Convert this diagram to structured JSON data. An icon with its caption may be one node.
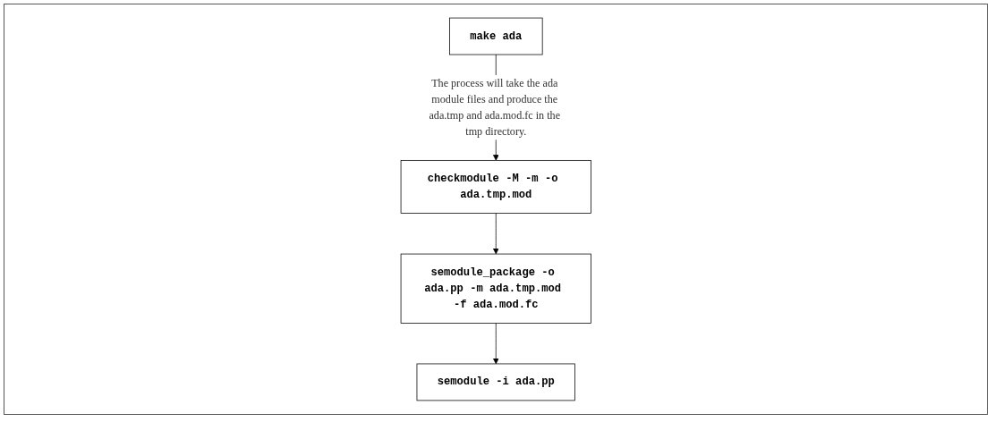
{
  "diagram": {
    "nodes": [
      {
        "text": [
          "make ada"
        ]
      },
      {
        "text": [
          "checkmodule -M -m -o ada.tmp.mod"
        ]
      },
      {
        "text": [
          "semodule_package -o ada.pp -m ada.tmp.mod -f ada.mod.fc"
        ]
      },
      {
        "text": [
          "semodule -i ada.pp"
        ]
      }
    ],
    "edges": [
      {
        "from": 0,
        "to": 1,
        "arrow": "to",
        "label": "The process will take the ada module files and produce the ada.tmp and ada.mod.fc in the tmp directory."
      },
      {
        "from": 1,
        "to": 2,
        "arrow": "to"
      },
      {
        "from": 2,
        "to": 3,
        "arrow": "to"
      }
    ]
  }
}
